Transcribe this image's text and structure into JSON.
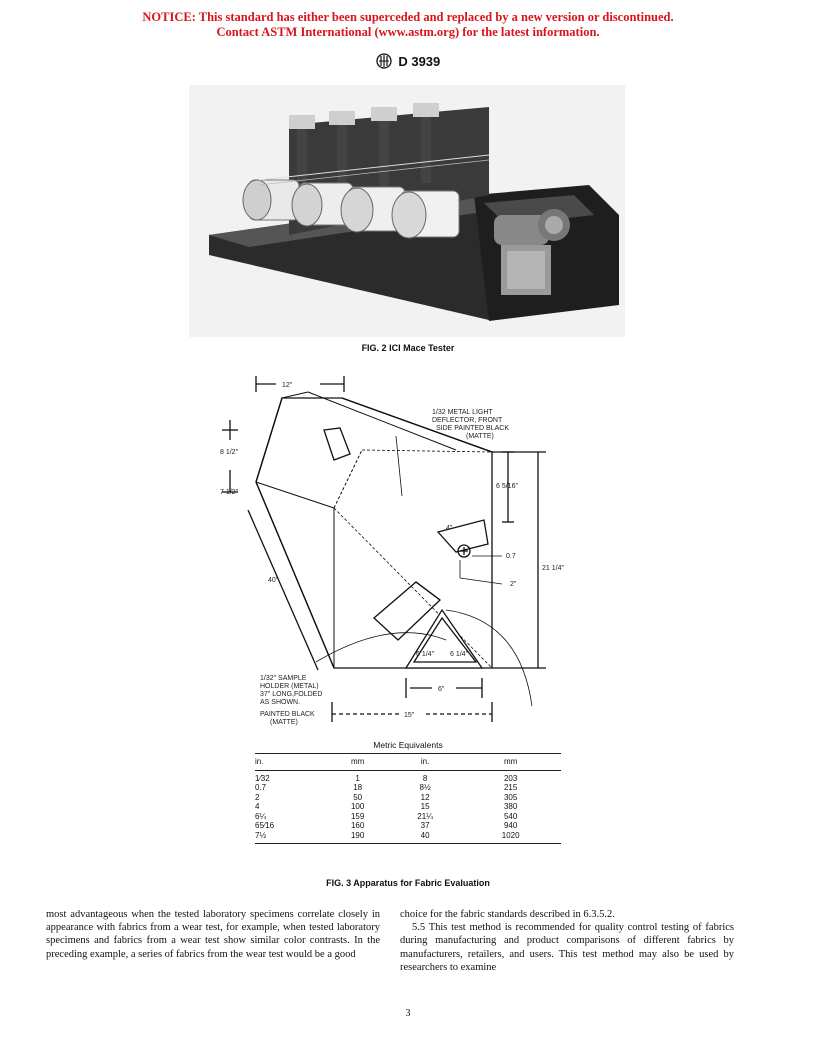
{
  "header": {
    "notice_line1": "NOTICE: This standard has either been superceded and replaced by a new version or discontinued.",
    "notice_line2": "Contact ASTM International (www.astm.org) for the latest information.",
    "designation": "D 3939"
  },
  "figures": {
    "fig2_caption": "FIG. 2 ICI Mace Tester",
    "fig3_caption": "FIG. 3 Apparatus for Fabric Evaluation"
  },
  "diagram_labels": {
    "top_dim": "12\"",
    "left_upper": "8 1/2\"",
    "left_lower": "7 1/2\"",
    "diag_40": "40\"",
    "deflector_1": "1/32 METAL LIGHT",
    "deflector_2": "DEFLECTOR, FRONT",
    "deflector_3": "SIDE PAINTED BLACK",
    "deflector_4": "(MATTE)",
    "dim_6516": "6 5/16\"",
    "dim_4": "4\"",
    "dim_07": "0.7",
    "dim_2": "2\"",
    "dim_2114": "21 1/4\"",
    "dim_614a": "6 1/4\"",
    "dim_614b": "6 1/4\"",
    "dim_6": "6\"",
    "dim_15": "15\"",
    "holder_1": "1/32\" SAMPLE",
    "holder_2": "HOLDER (METAL)",
    "holder_3": "37\" LONG,FOLDED",
    "holder_4": "AS SHOWN.",
    "holder_5": "PAINTED BLACK",
    "holder_6": "(MATTE)"
  },
  "metric_table": {
    "title": "Metric Equivalents",
    "headers": [
      "in.",
      "mm",
      "in.",
      "mm"
    ],
    "rows": [
      [
        "1⁄32",
        "1",
        "8",
        "203"
      ],
      [
        "0.7",
        "18",
        "8½",
        "215"
      ],
      [
        "2",
        "50",
        "12",
        "305"
      ],
      [
        "4",
        "100",
        "15",
        "380"
      ],
      [
        "6¼",
        "159",
        "21¼",
        "540"
      ],
      [
        "65⁄16",
        "160",
        "37",
        "940"
      ],
      [
        "7½",
        "190",
        "40",
        "1020"
      ]
    ]
  },
  "body": {
    "left_col": "most advantageous when the tested laboratory specimens correlate closely in appearance with fabrics from a wear test, for example, when tested laboratory specimens and fabrics from a wear test show similar color contrasts. In the preceding example, a series of fabrics from the wear test would be a good",
    "right_col_line1": "choice for the fabric standards described in 6.3.5.2.",
    "right_col_p2": "5.5 This test method is recommended for quality control testing of fabrics during manufacturing and product comparisons of different fabrics by manufacturers, retailers, and users. This test method may also be used by researchers to examine"
  },
  "footer": {
    "page_number": "3"
  }
}
